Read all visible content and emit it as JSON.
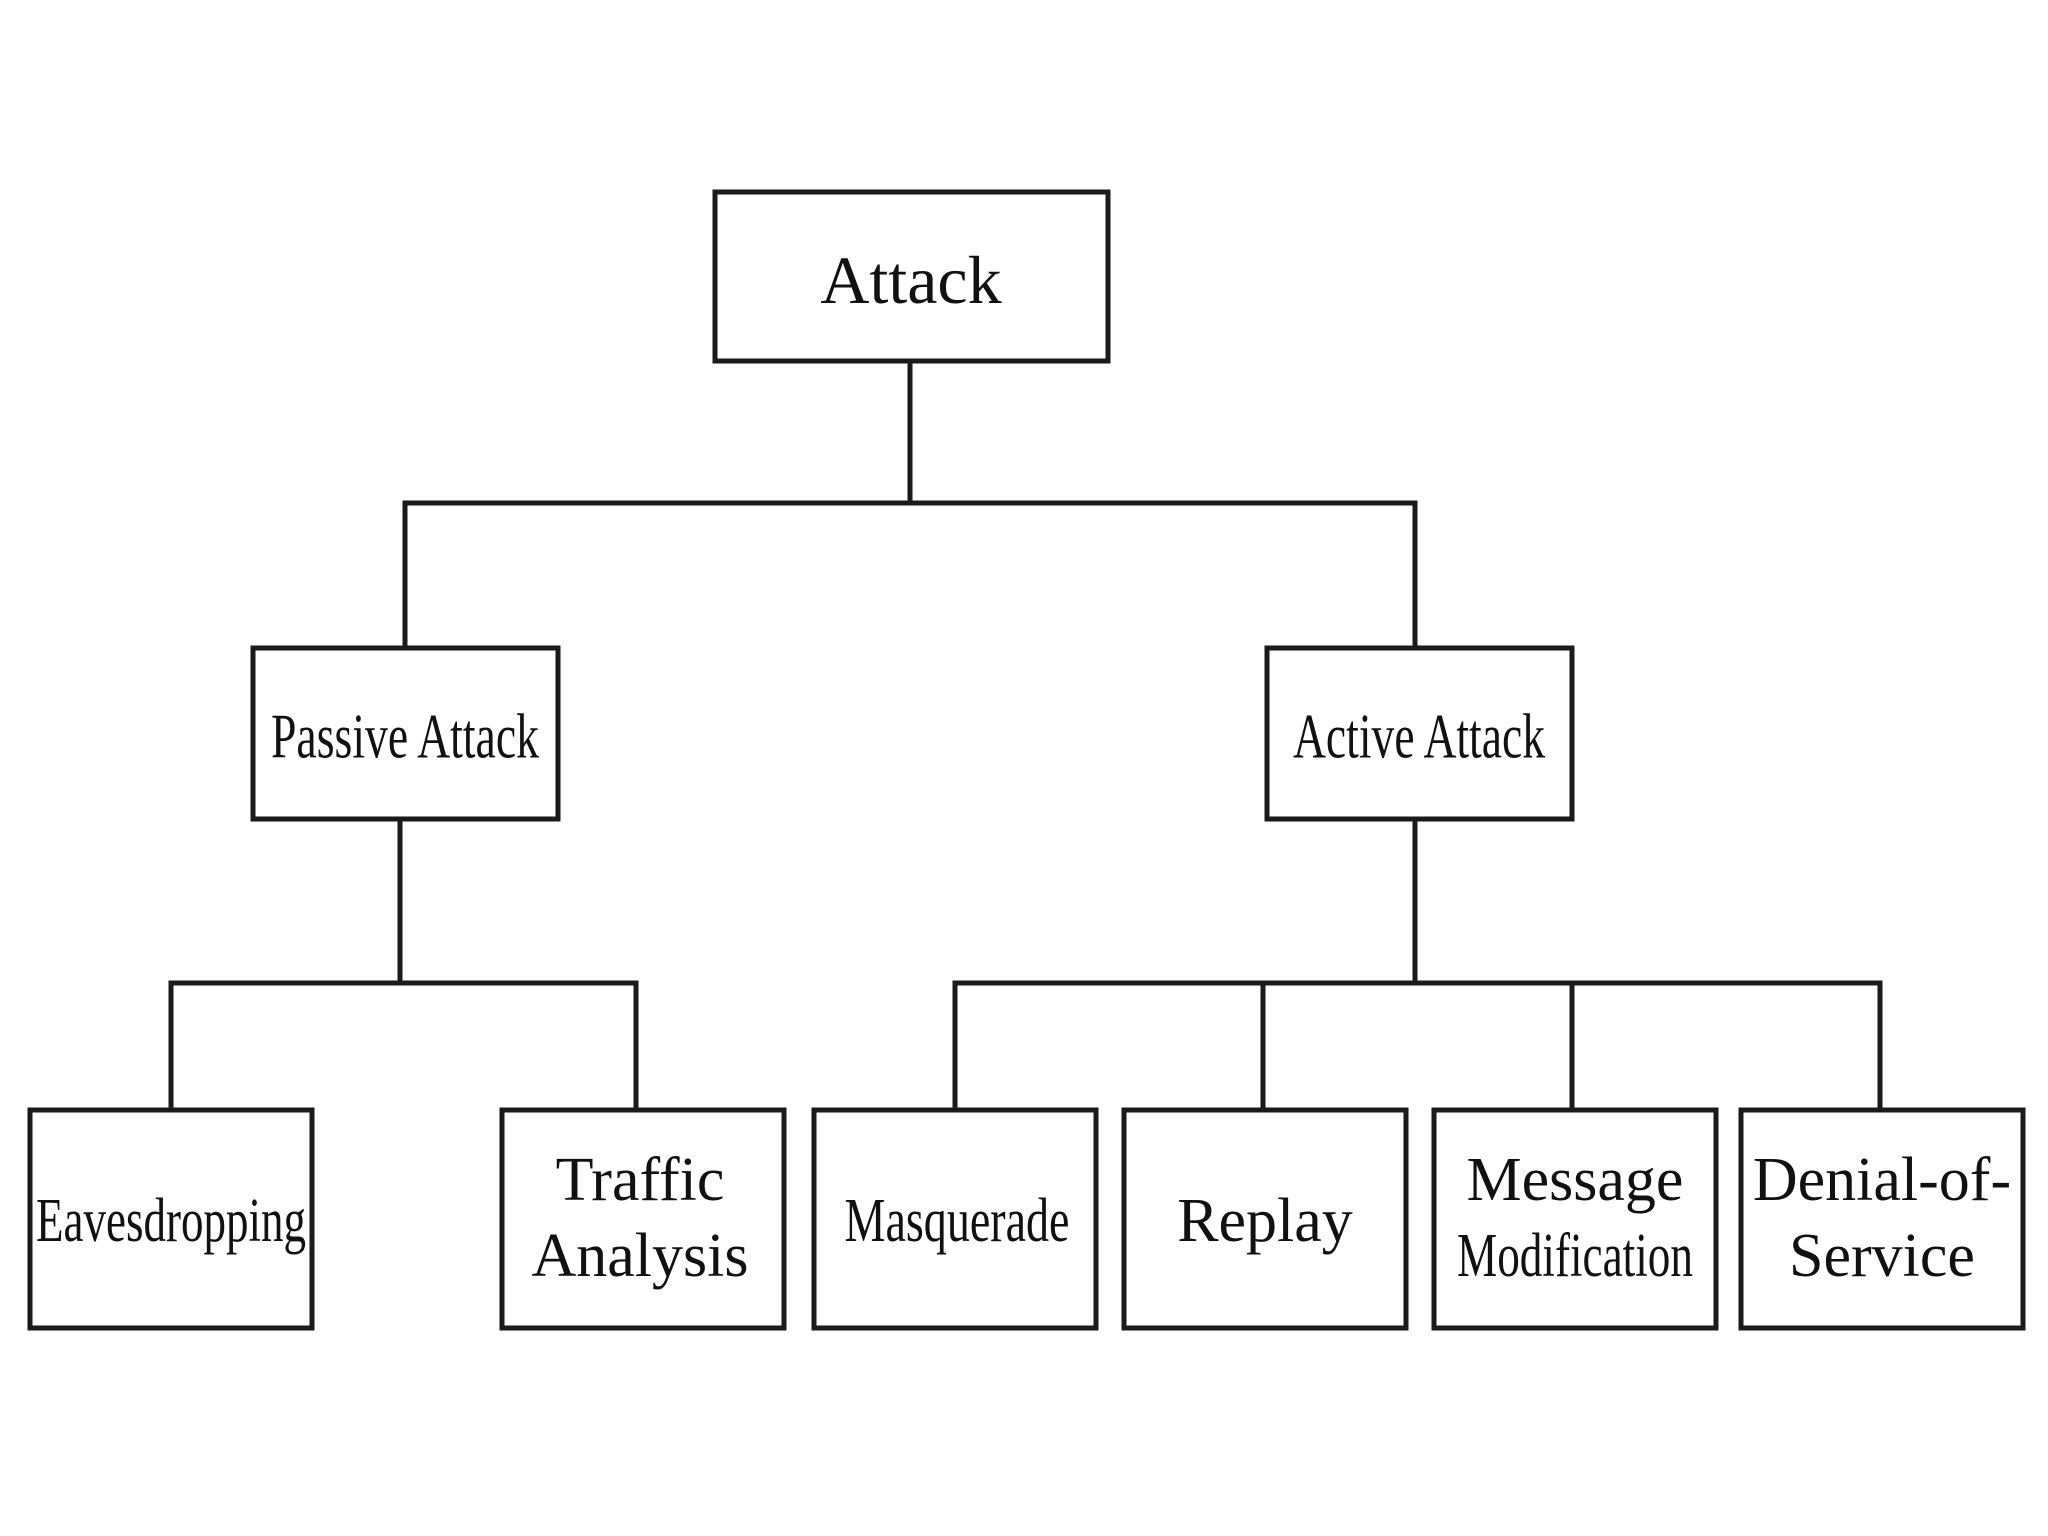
{
  "diagram": {
    "root": {
      "label": "Attack"
    },
    "passive": {
      "label": "Passive Attack"
    },
    "active": {
      "label": "Active Attack"
    },
    "eavesdropping": {
      "label": "Eavesdropping"
    },
    "traffic_analysis": {
      "lines": [
        "Traffic",
        "Analysis"
      ]
    },
    "masquerade": {
      "label": "Masquerade"
    },
    "replay": {
      "label": "Replay"
    },
    "message_modification": {
      "lines": [
        "Message",
        "Modification"
      ]
    },
    "denial_of_service": {
      "lines": [
        "Denial-of-",
        "Service"
      ]
    }
  },
  "colors": {
    "line": "#1a1a1a",
    "background": "#ffffff",
    "text": "#111111"
  }
}
